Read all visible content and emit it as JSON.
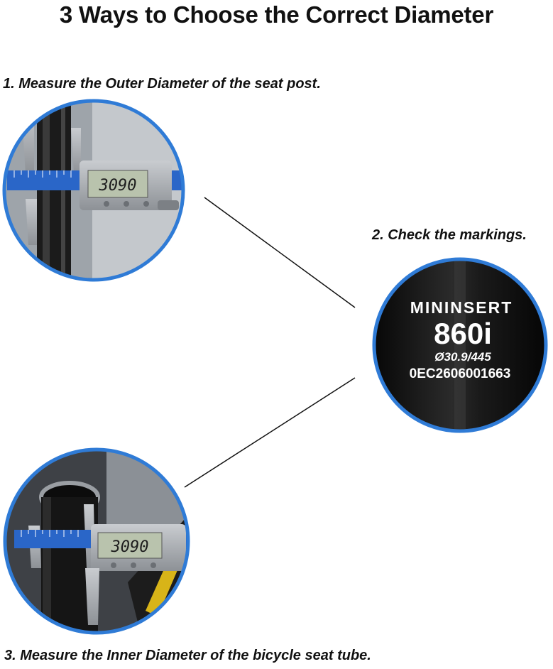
{
  "title": "3 Ways to Choose the Correct Diameter",
  "steps": [
    {
      "label": "1. Measure the Outer Diameter of the seat post."
    },
    {
      "label": "2. Check the markings."
    },
    {
      "label": "3. Measure the Inner Diameter of the bicycle seat tube."
    }
  ],
  "photo1": {
    "display": "3090"
  },
  "photo2": {
    "brand": "MININSERT",
    "model": "860i",
    "spec": "Ø30.9/445",
    "serial": "0EC2606001663"
  },
  "photo3": {
    "display": "3090"
  },
  "colors": {
    "ring": "#2f7bd6",
    "caliper_blue": "#2a66c8",
    "lcd": "#b9c3ad",
    "post": "#141414"
  }
}
